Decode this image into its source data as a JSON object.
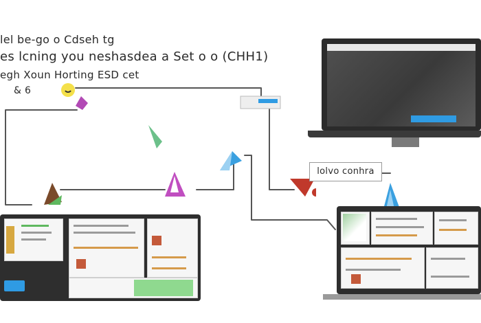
{
  "text": {
    "line1": "lel be-go o Cdseh tg",
    "line2": "es lcning you neshasdea a Set o o (CHH1)",
    "line3": "egh Xoun Horting ESD cet",
    "small_label": "& 6"
  },
  "annotation": {
    "label": "lolvo conhra"
  },
  "icons": {
    "left_cursor": "pen-tool-icon",
    "top_gem": "gem-icon",
    "left_arrow": "arrow-icon",
    "mid_cone": "cone-icon",
    "right_icon": "shield-icon",
    "right_figure": "figure-icon"
  },
  "colors": {
    "line": "#555555",
    "accent_blue": "#2f9be3",
    "green": "#5fb85f",
    "orange": "#d59a4a"
  }
}
